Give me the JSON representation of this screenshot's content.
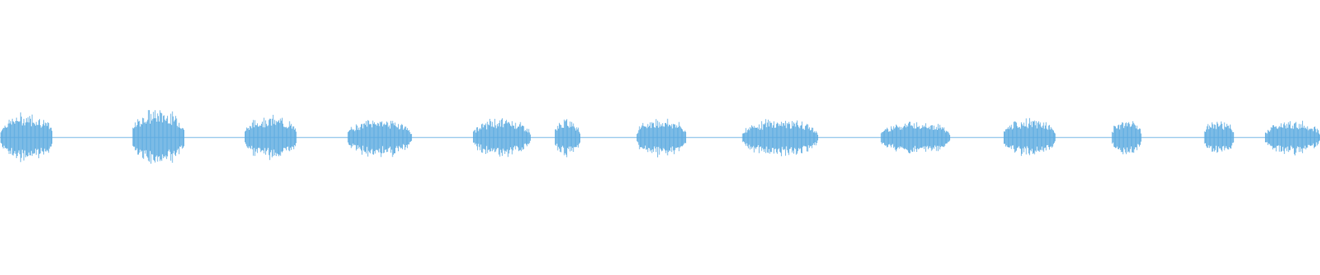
{
  "waveform": {
    "color": "#5aaae0",
    "bursts": [
      {
        "start": 0.0,
        "end": 0.04,
        "amplitude": 0.78
      },
      {
        "start": 0.1,
        "end": 0.14,
        "amplitude": 0.92
      },
      {
        "start": 0.185,
        "end": 0.225,
        "amplitude": 0.7
      },
      {
        "start": 0.263,
        "end": 0.312,
        "amplitude": 0.62
      },
      {
        "start": 0.358,
        "end": 0.402,
        "amplitude": 0.62
      },
      {
        "start": 0.42,
        "end": 0.44,
        "amplitude": 0.6
      },
      {
        "start": 0.482,
        "end": 0.52,
        "amplitude": 0.62
      },
      {
        "start": 0.562,
        "end": 0.62,
        "amplitude": 0.6
      },
      {
        "start": 0.667,
        "end": 0.72,
        "amplitude": 0.55
      },
      {
        "start": 0.76,
        "end": 0.8,
        "amplitude": 0.6
      },
      {
        "start": 0.842,
        "end": 0.865,
        "amplitude": 0.6
      },
      {
        "start": 0.912,
        "end": 0.935,
        "amplitude": 0.55
      },
      {
        "start": 0.958,
        "end": 1.0,
        "amplitude": 0.55
      }
    ]
  }
}
